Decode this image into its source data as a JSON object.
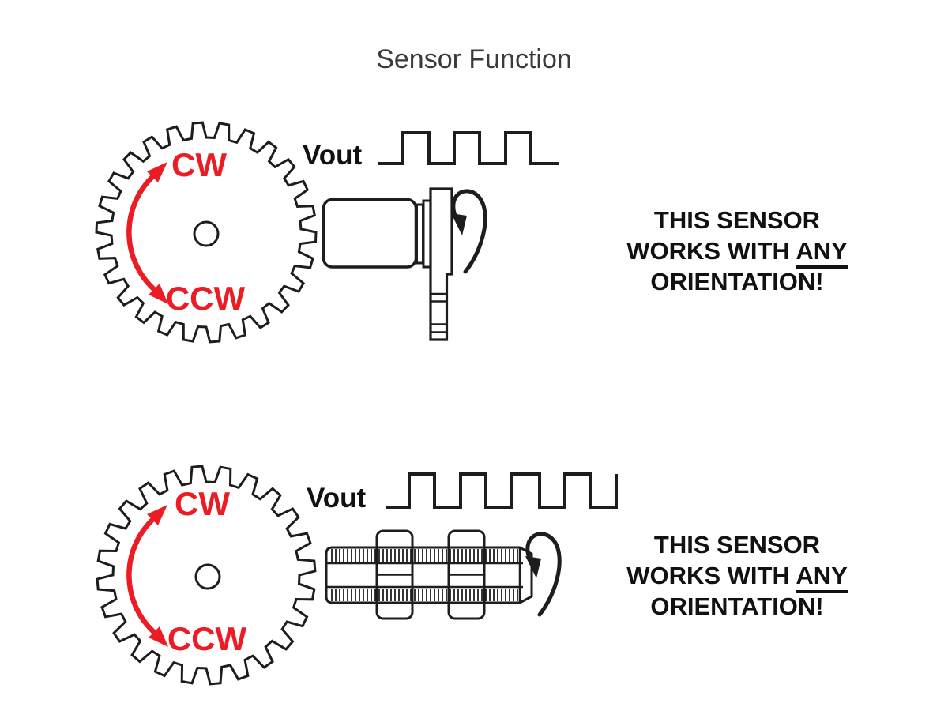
{
  "title": "Sensor Function",
  "colors": {
    "accent_red": "#EC1C24",
    "ink": "#1D1D1D"
  },
  "sections": [
    {
      "id": "top",
      "gear": {
        "cw_label": "CW",
        "ccw_label": "CCW"
      },
      "signal": {
        "label": "Vout",
        "shape": "square-wave",
        "pulse_count": 3
      },
      "sensor": {
        "icon": "flange-mount-speed-sensor-icon",
        "rotation_arrow": true
      },
      "note": {
        "line1": "THIS SENSOR",
        "line2_prefix": "WORKS WITH ",
        "line2_underlined": "ANY",
        "line3": "ORIENTATION!"
      }
    },
    {
      "id": "bottom",
      "gear": {
        "cw_label": "CW",
        "ccw_label": "CCW"
      },
      "signal": {
        "label": "Vout",
        "shape": "square-wave",
        "pulse_count": 4
      },
      "sensor": {
        "icon": "threaded-barrel-speed-sensor-icon",
        "rotation_arrow": true
      },
      "note": {
        "line1": "THIS SENSOR",
        "line2_prefix": "WORKS WITH ",
        "line2_underlined": "ANY",
        "line3": "ORIENTATION!"
      }
    }
  ]
}
